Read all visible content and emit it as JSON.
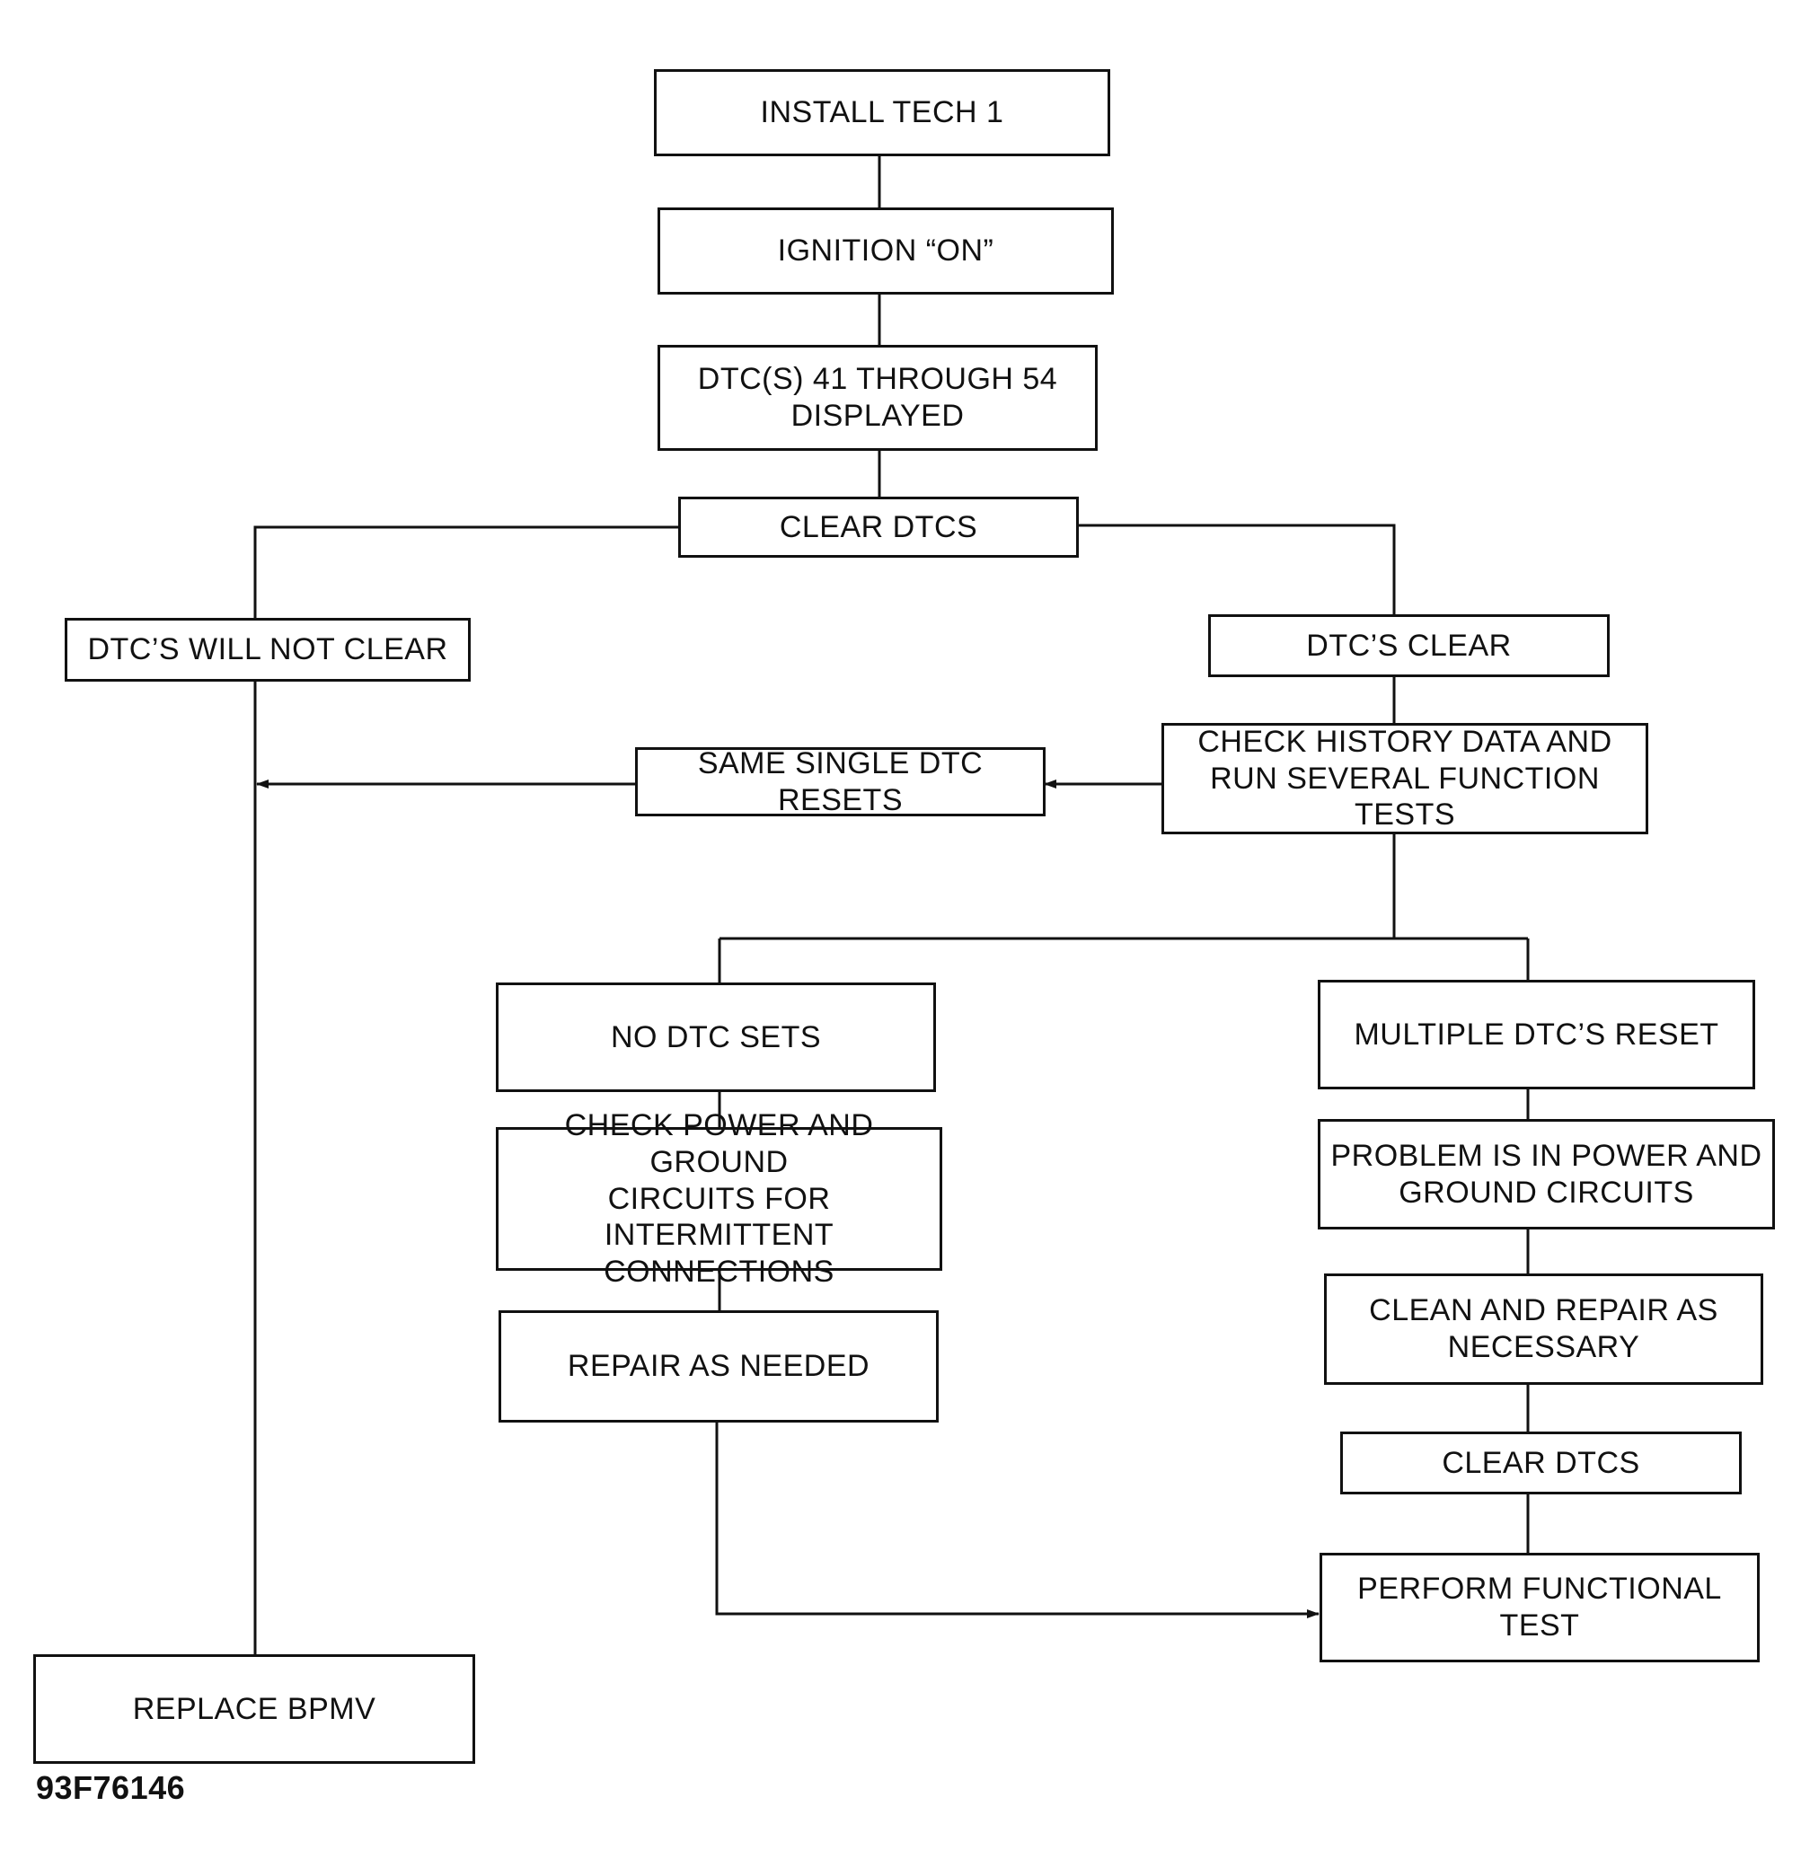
{
  "figure_id": "93F76146",
  "boxes": {
    "install_tech1": "INSTALL TECH 1",
    "ignition_on": "IGNITION “ON”",
    "dtcs_displayed": "DTC(S) 41 THROUGH 54\nDISPLAYED",
    "clear_dtcs_top": "CLEAR DTCS",
    "dtcs_will_not_clear": "DTC’S WILL NOT CLEAR",
    "dtcs_clear": "DTC’S CLEAR",
    "check_history": "CHECK HISTORY DATA AND\nRUN SEVERAL FUNCTION TESTS",
    "same_single_dtc": "SAME SINGLE DTC RESETS",
    "no_dtc_sets": "NO DTC SETS",
    "check_power_ground": "CHECK POWER AND GROUND\nCIRCUITS FOR INTERMITTENT\nCONNECTIONS",
    "repair_as_needed": "REPAIR AS NEEDED",
    "multiple_dtcs_reset": "MULTIPLE DTC’S RESET",
    "problem_power_ground": "PROBLEM IS IN POWER AND\nGROUND CIRCUITS",
    "clean_repair": "CLEAN AND REPAIR AS\nNECESSARY",
    "clear_dtcs_bottom": "CLEAR DTCS",
    "perform_functional_test": "PERFORM FUNCTIONAL TEST",
    "replace_bpmv": "REPLACE BPMV"
  }
}
